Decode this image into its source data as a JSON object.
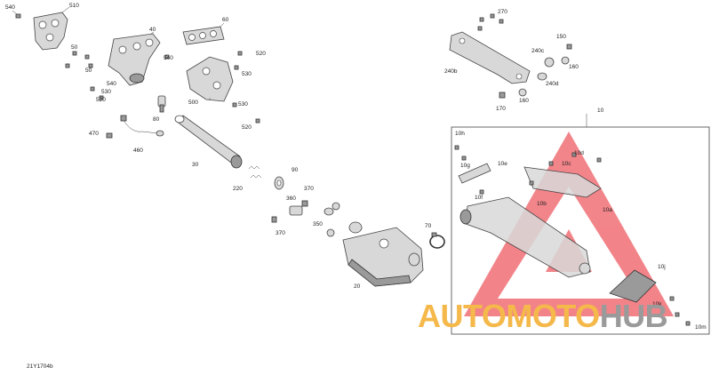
{
  "diagram": {
    "code": "21Y1704b",
    "watermark": {
      "part_a": "AUTO",
      "part_b": "MOTO",
      "part_c": "HUB",
      "color_a": "#f5b84a",
      "color_b": "#9a9a9a"
    },
    "accent_color": "#e8202a",
    "callouts": {
      "c540a": "540",
      "c510": "510",
      "c40": "40",
      "c60": "60",
      "c50a": "50",
      "c50b": "50",
      "c540b": "540",
      "c520a": "520",
      "c530a": "530",
      "c540c": "540",
      "c530b": "530",
      "c520b": "520",
      "c500": "500",
      "c530c": "530",
      "c520c": "520",
      "c80": "80",
      "c470": "470",
      "c460": "460",
      "c30": "30",
      "c220": "220",
      "c90": "90",
      "c370a": "370",
      "c360": "360",
      "c370b": "370",
      "c350": "350",
      "c70": "70",
      "c20": "20",
      "c270": "270",
      "c150": "150",
      "c240c": "240c",
      "c160a": "160",
      "c240b": "240b",
      "c240d": "240d",
      "c170": "170",
      "c160b": "160",
      "c10": "10",
      "c10h": "10h",
      "c10g": "10g",
      "c10e": "10e",
      "c10c": "10c",
      "c10d": "10d",
      "c10f": "10f",
      "c10b": "10b",
      "c10a": "10a",
      "c10j": "10j",
      "c10k": "10k",
      "c10m": "10m"
    }
  }
}
